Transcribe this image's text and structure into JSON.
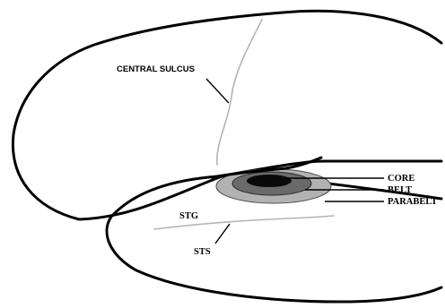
{
  "labels": {
    "central_sulcus": "CENTRAL SULCUS",
    "core": "CORE",
    "belt": "BELT",
    "parabelt": "PARABELT",
    "stg": "STG",
    "sts": "STS"
  },
  "colors": {
    "outline": "#000000",
    "sulcus_line": "#b4b4b4",
    "core": "#0a0a0a",
    "belt": "#6a6a6a",
    "parabelt": "#b2b2b2"
  }
}
